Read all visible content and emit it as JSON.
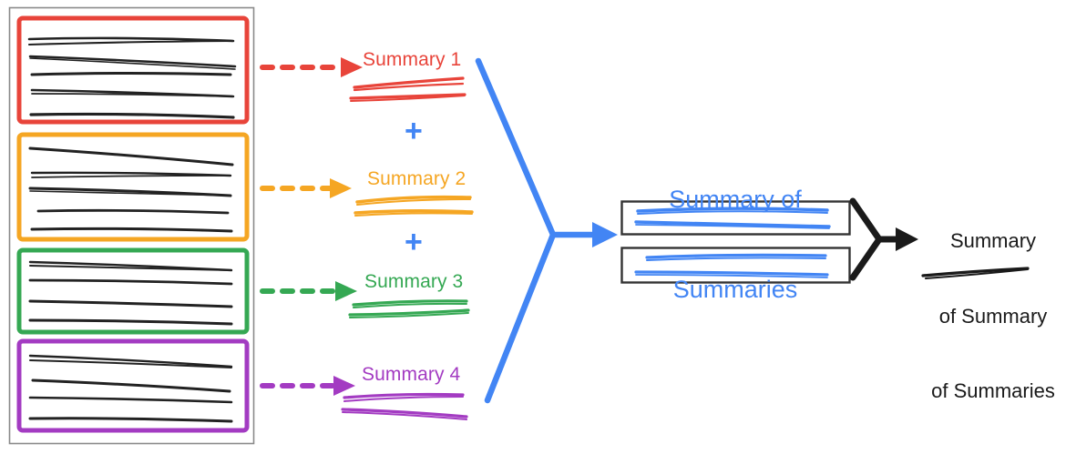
{
  "diagram": {
    "title_semantic": "hierarchical-summarization-pipeline",
    "colors": {
      "red": "#e8443a",
      "orange": "#f5a623",
      "green": "#35a853",
      "purple": "#a33bc2",
      "blue": "#4285f4",
      "black": "#1a1a1a",
      "gray": "#888888",
      "box_outline": "#333333"
    },
    "source_document": {
      "name": "document-container",
      "segment_count": 4,
      "segments": [
        {
          "id": 1,
          "color": "#e8443a",
          "color_name": "red",
          "line_count": 5
        },
        {
          "id": 2,
          "color": "#f5a623",
          "color_name": "orange",
          "line_count": 5
        },
        {
          "id": 3,
          "color": "#35a853",
          "color_name": "green",
          "line_count": 4
        },
        {
          "id": 4,
          "color": "#a33bc2",
          "color_name": "purple",
          "line_count": 4
        }
      ]
    },
    "summaries": [
      {
        "label": "Summary 1",
        "color": "#e8443a",
        "arrow": "dashed-arrow-right"
      },
      {
        "label": "Summary 2",
        "color": "#f5a623",
        "arrow": "dashed-arrow-right"
      },
      {
        "label": "Summary 3",
        "color": "#35a853",
        "arrow": "dashed-arrow-right"
      },
      {
        "label": "Summary 4",
        "color": "#a33bc2",
        "arrow": "dashed-arrow-right"
      }
    ],
    "operators": [
      {
        "symbol": "+",
        "color": "#4285f4"
      },
      {
        "symbol": "+",
        "color": "#4285f4"
      },
      {
        "symbol": "+",
        "color": "#4285f4"
      }
    ],
    "merge_arrow": {
      "name": "blue-merge-arrow",
      "color": "#4285f4",
      "style": "solid-converging-arrow"
    },
    "summary_of_summaries": {
      "title_line_1": "Summary of",
      "title_line_2": "Summaries",
      "color": "#4285f4",
      "box_count": 2
    },
    "final_merge_arrow": {
      "name": "black-merge-arrow",
      "color": "#1a1a1a",
      "style": "solid-converging-arrow"
    },
    "final_output": {
      "title_line_1": "Summary",
      "title_line_2": "of Summary",
      "title_line_3": "of Summaries",
      "color": "#1a1a1a"
    }
  }
}
